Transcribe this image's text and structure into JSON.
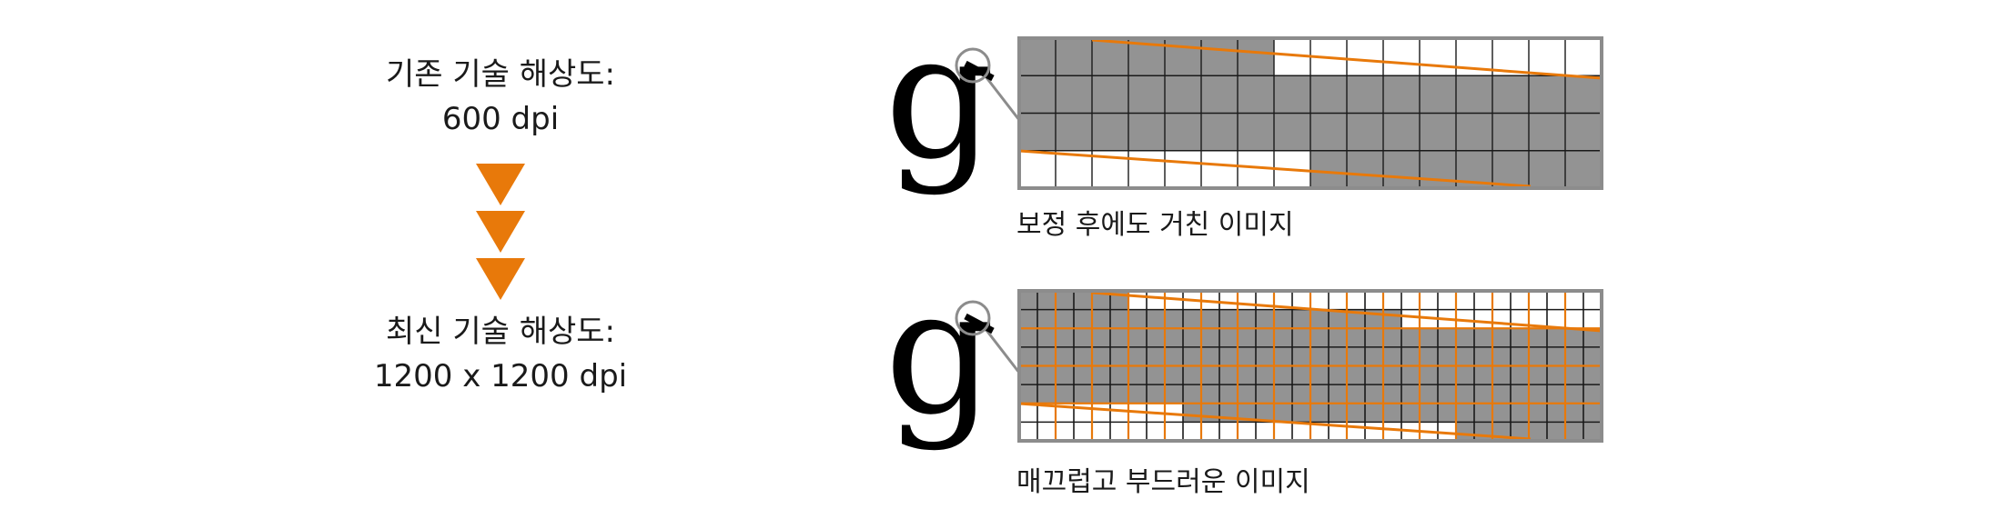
{
  "colors": {
    "accent": "#E8790A",
    "pixel_fill": "#939393",
    "grid_line": "#1a1a1a",
    "frame": "#8c8c8c"
  },
  "left_panel": {
    "old_resolution": {
      "title": "기존 기술 해상도:",
      "value": "600 dpi"
    },
    "arrows": {
      "icon": "down-triangle-icon",
      "count": 3
    },
    "new_resolution": {
      "title": "최신 기술 해상도:",
      "value": "1200 x 1200 dpi"
    }
  },
  "right_panel": {
    "top": {
      "glyph": "g",
      "caption": "보정 후에도 거친 이미지"
    },
    "bottom": {
      "glyph": "g",
      "caption": "매끄럽고 부드러운 이미지"
    }
  }
}
